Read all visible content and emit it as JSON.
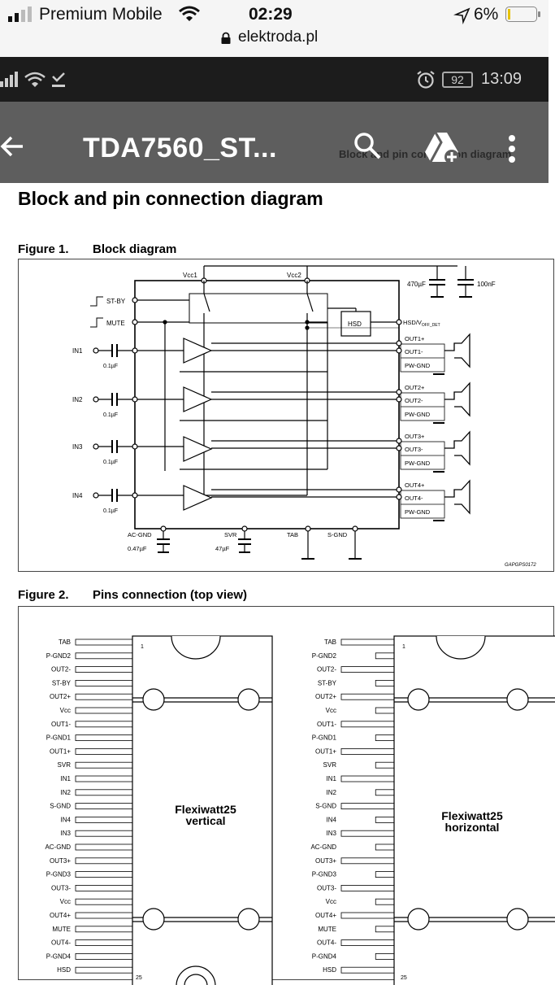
{
  "ios_status": {
    "carrier": "Premium Mobile",
    "time": "02:29",
    "url": "elektroda.pl",
    "battery": "6%"
  },
  "android_status": {
    "battery_level": "92",
    "time": "13:09"
  },
  "app_bar": {
    "title": "TDA7560_ST...",
    "behind_text": "Block and pin connection diagram"
  },
  "document": {
    "heading": "Block and pin connection diagram",
    "figure1": {
      "label": "Figure 1.",
      "title": "Block diagram",
      "vcc1": "Vcc1",
      "vcc2": "Vcc2",
      "cap_470": "470µF",
      "cap_100n": "100nF",
      "st_by": "ST-BY",
      "mute": "MUTE",
      "hsd": "HSD",
      "hsd_vdet": "HSD/V",
      "hsd_vdet_sub": "OFF_DET",
      "inputs": [
        "IN1",
        "IN2",
        "IN3",
        "IN4"
      ],
      "in_cap": "0.1µF",
      "outputs": [
        [
          "OUT1+",
          "OUT1-",
          "PW-GND"
        ],
        [
          "OUT2+",
          "OUT2-",
          "PW-GND"
        ],
        [
          "OUT3+",
          "OUT3-",
          "PW-GND"
        ],
        [
          "OUT4+",
          "OUT4-",
          "PW-GND"
        ]
      ],
      "ac_gnd": "AC-GND",
      "ac_cap": "0.47µF",
      "svr": "SVR",
      "svr_cap": "47µF",
      "tab": "TAB",
      "s_gnd": "S-GND",
      "code": "GAPGPS0172"
    },
    "figure2": {
      "label": "Figure 2.",
      "title": "Pins connection (top view)",
      "vertical_pins": [
        "TAB",
        "P-GND2",
        "OUT2-",
        "ST-BY",
        "OUT2+",
        "Vcc",
        "OUT1-",
        "P-GND1",
        "OUT1+",
        "SVR",
        "IN1",
        "IN2",
        "S-GND",
        "IN4",
        "IN3",
        "AC-GND",
        "OUT3+",
        "P-GND3",
        "OUT3-",
        "Vcc",
        "OUT4+",
        "MUTE",
        "OUT4-",
        "P-GND4",
        "HSD"
      ],
      "horizontal_pins": [
        "TAB",
        "P-GND2",
        "OUT2-",
        "ST-BY",
        "OUT2+",
        "Vcc",
        "OUT1-",
        "P-GND1",
        "OUT1+",
        "SVR",
        "IN1",
        "IN2",
        "S-GND",
        "IN4",
        "IN3",
        "AC-GND",
        "OUT3+",
        "P-GND3",
        "OUT3-",
        "Vcc",
        "OUT4+",
        "MUTE",
        "OUT4-",
        "P-GND4",
        "HSD"
      ],
      "pin_first": "1",
      "pin_last": "25",
      "vertical_name_1": "Flexiwatt25",
      "vertical_name_2": "vertical",
      "horizontal_name_1": "Flexiwatt25",
      "horizontal_name_2": "horizontal"
    }
  }
}
